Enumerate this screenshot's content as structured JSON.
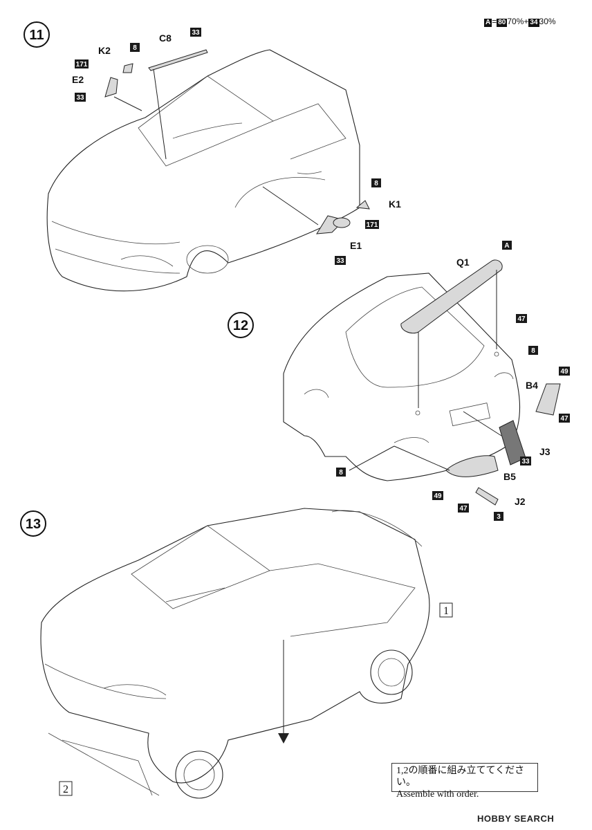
{
  "legend": {
    "paint_a": "A",
    "equals": "=",
    "color_1": "80",
    "pct_1": "70%",
    "plus": "+",
    "color_2": "34",
    "pct_2": "30%"
  },
  "steps": {
    "step_11": "11",
    "step_12": "12",
    "step_13": "13"
  },
  "step11": {
    "labels": {
      "c8": "C8",
      "k2": "K2",
      "e2": "E2",
      "k1": "K1",
      "e1": "E1"
    },
    "chips": {
      "c8_paint": "33",
      "k2_paint": "8",
      "e2_paint_top": "171",
      "e2_paint_bottom": "33",
      "k1_paint": "8",
      "e1_paint_right": "171",
      "e1_paint_bottom": "33"
    }
  },
  "step12": {
    "labels": {
      "q1": "Q1",
      "b4": "B4",
      "j3": "J3",
      "b5": "B5",
      "j2": "J2"
    },
    "chips": {
      "q1_paint_a": "A",
      "q1_paint": "47",
      "rear_light_paint": "8",
      "b4_paint_top": "49",
      "b4_paint_bottom": "47",
      "j3_paint": "33",
      "left_light_paint": "8",
      "b5_paint_left": "49",
      "b5_paint_bottom": "47",
      "j2_paint": "3"
    }
  },
  "step13": {
    "order_1": "1",
    "order_2": "2",
    "note_jp": "1,2の順番に組み立ててください。",
    "note_en": "Assemble with order."
  },
  "watermark": "HOBBY SEARCH"
}
